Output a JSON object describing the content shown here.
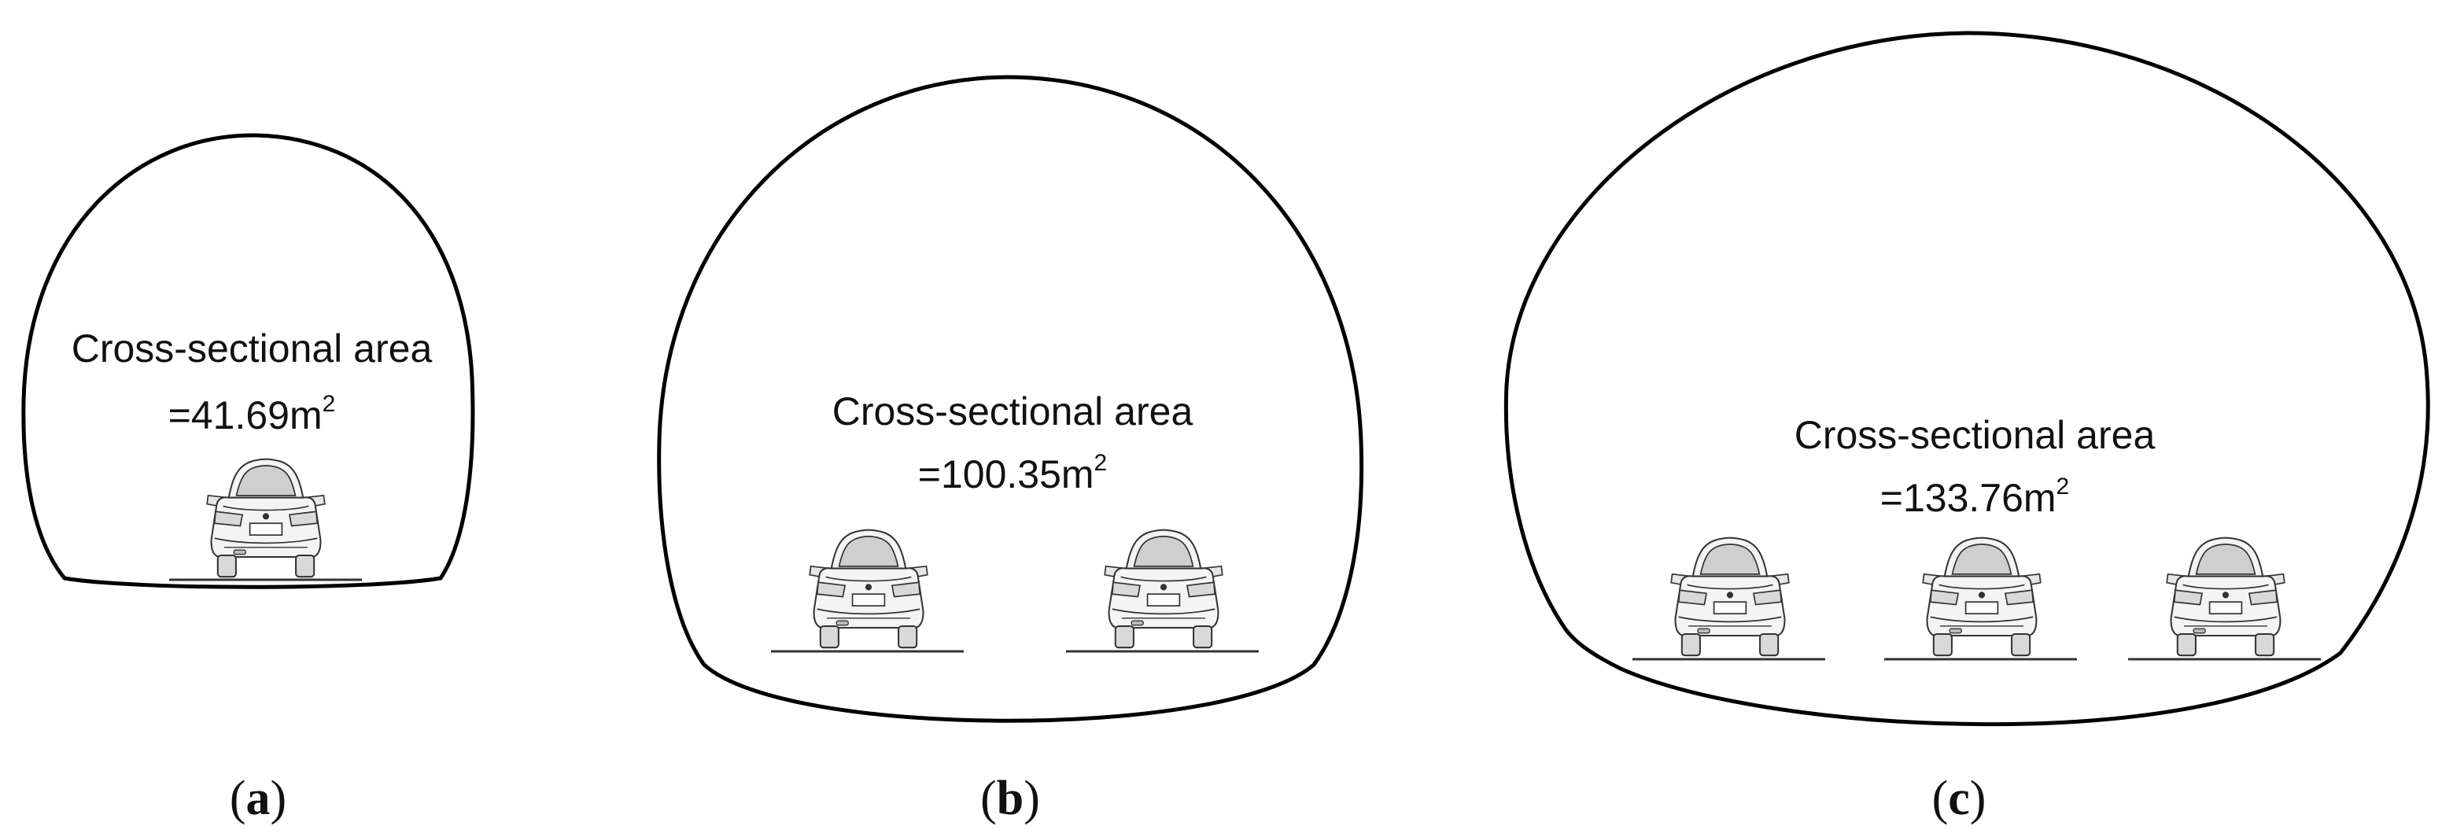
{
  "panels": [
    {
      "id": "a",
      "label_open": "(",
      "label_letter": "a",
      "label_close": ")",
      "area_title": "Cross-sectional area",
      "area_value": "=41.69m",
      "area_exp": "2",
      "cars": 1
    },
    {
      "id": "b",
      "label_open": "(",
      "label_letter": "b",
      "label_close": ")",
      "area_title": "Cross-sectional area",
      "area_value": "=100.35m",
      "area_exp": "2",
      "cars": 2
    },
    {
      "id": "c",
      "label_open": "(",
      "label_letter": "c",
      "label_close": ")",
      "area_title": "Cross-sectional area",
      "area_value": "=133.76m",
      "area_exp": "2",
      "cars": 3
    }
  ],
  "colors": {
    "outline": "#000000",
    "car_stroke": "#333333",
    "car_fill": "#f4f4f4",
    "car_dark": "#cfcfcf"
  },
  "icons": {
    "vehicle": "car-rear-view-icon"
  }
}
